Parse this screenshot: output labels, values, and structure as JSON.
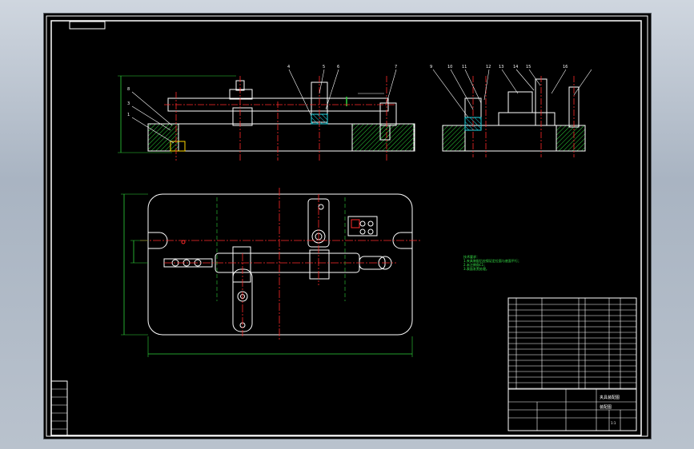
{
  "viewer": {
    "background": "#000000",
    "frame_color": "#ffffff"
  },
  "drawing": {
    "part_labels": [
      "8",
      "3",
      "1",
      "4",
      "5",
      "6",
      "7",
      "9",
      "10",
      "11",
      "12",
      "13",
      "14",
      "15",
      "16"
    ],
    "notes": [
      "技术要求：",
      "1.夹具装配后应保证定位面与底面平行；",
      "2.未注倒角C1；",
      "3.表面发黑处理。"
    ],
    "title_block": {
      "part_title": "夹具装配图",
      "sheet_label": "装配图",
      "scale": "1:1"
    },
    "colors": {
      "outline": "#ffffff",
      "centerline": "#ff2a2a",
      "dimension": "#2ed33a",
      "hatch": "#2ed33a",
      "yellow": "#ffd800",
      "cyan": "#22d3e0"
    }
  }
}
